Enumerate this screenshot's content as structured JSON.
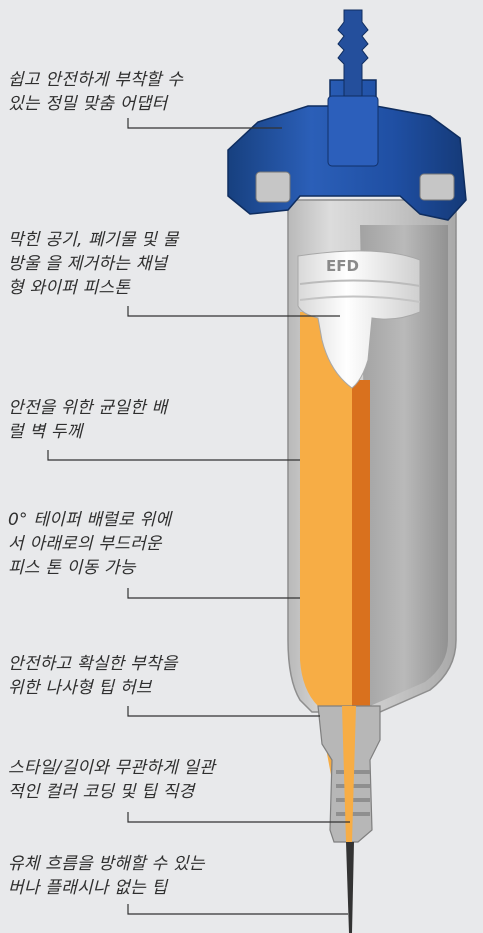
{
  "diagram": {
    "brand_text": "EFD",
    "colors": {
      "adapter_blue": "#1f4fa3",
      "fluid_orange": "#f7ad45",
      "fluid_dark": "#d9711e",
      "barrel_gray": "#c9c9c9",
      "piston_white": "#f3f3f3"
    },
    "callouts": [
      {
        "id": "adapter",
        "lines": [
          "쉽고 안전하게 부착할 수",
          "있는 정밀 맞춤 어댑터"
        ]
      },
      {
        "id": "piston",
        "lines": [
          "막힌 공기, 폐기물 및 물",
          "방울 을 제거하는 채널",
          "형 와이퍼 피스톤"
        ]
      },
      {
        "id": "wall",
        "lines": [
          "안전을 위한 균일한 배",
          "럴 벽 두께"
        ]
      },
      {
        "id": "taper",
        "lines": [
          "0° 테이퍼 배럴로 위에",
          "서 아래로의 부드러운",
          "피스 톤 이동 가능"
        ]
      },
      {
        "id": "hub",
        "lines": [
          "안전하고 확실한 부착을",
          "위한 나사형 팁 허브"
        ]
      },
      {
        "id": "coding",
        "lines": [
          "스타일/길이와 무관하게 일관",
          "적인 컬러 코딩 및 팁 직경"
        ]
      },
      {
        "id": "tip",
        "lines": [
          "유체 흐름을 방해할 수 있는",
          "버나 플래시나 없는 팁"
        ]
      }
    ]
  }
}
